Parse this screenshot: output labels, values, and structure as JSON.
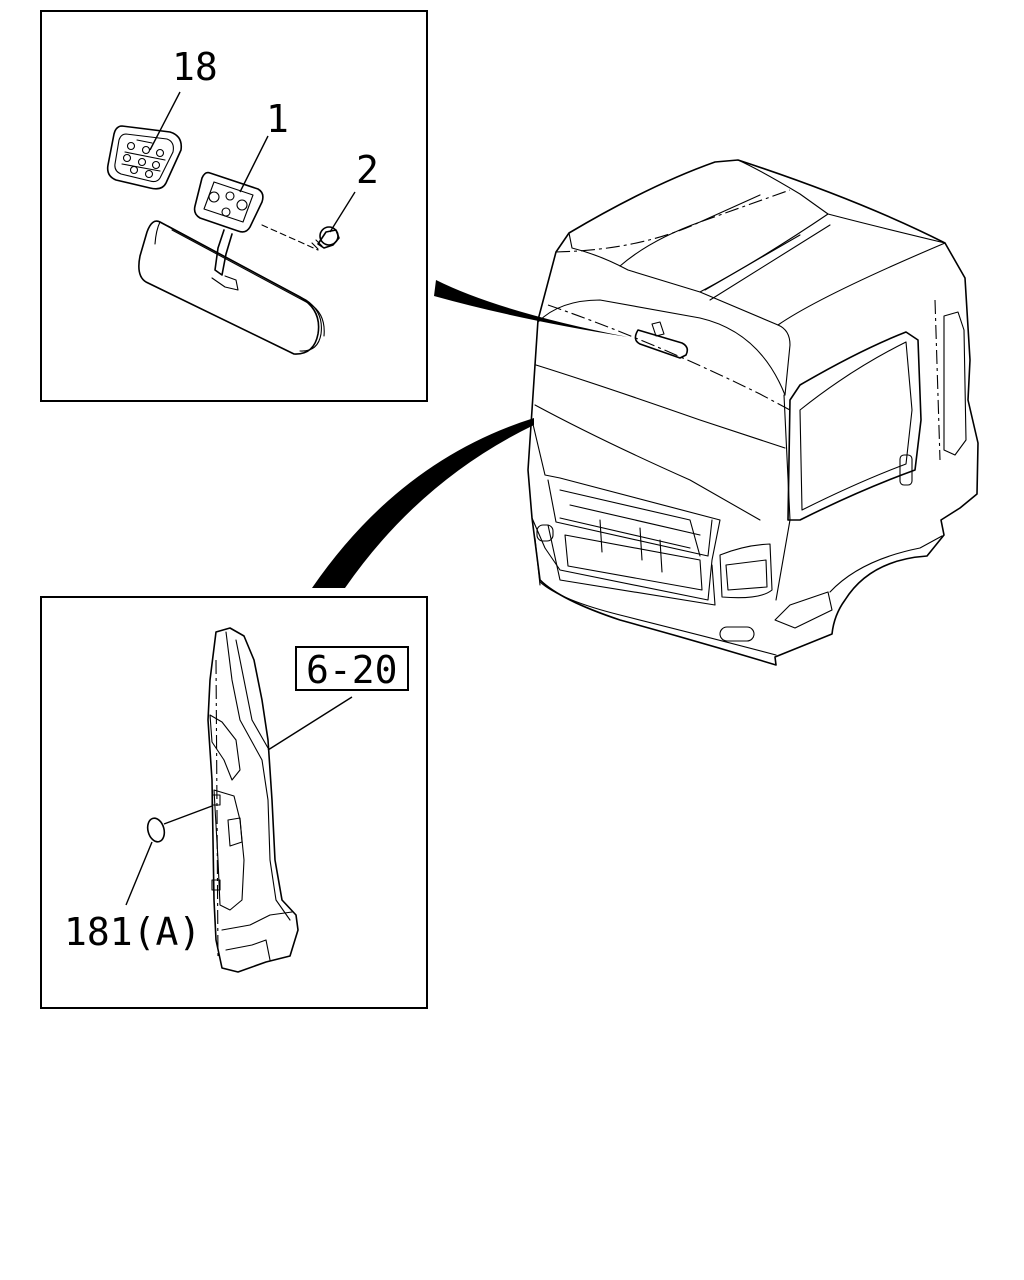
{
  "callouts": {
    "c18": "18",
    "c1": "1",
    "c2": "2",
    "c181": "181(A)",
    "ref": "6-20"
  }
}
